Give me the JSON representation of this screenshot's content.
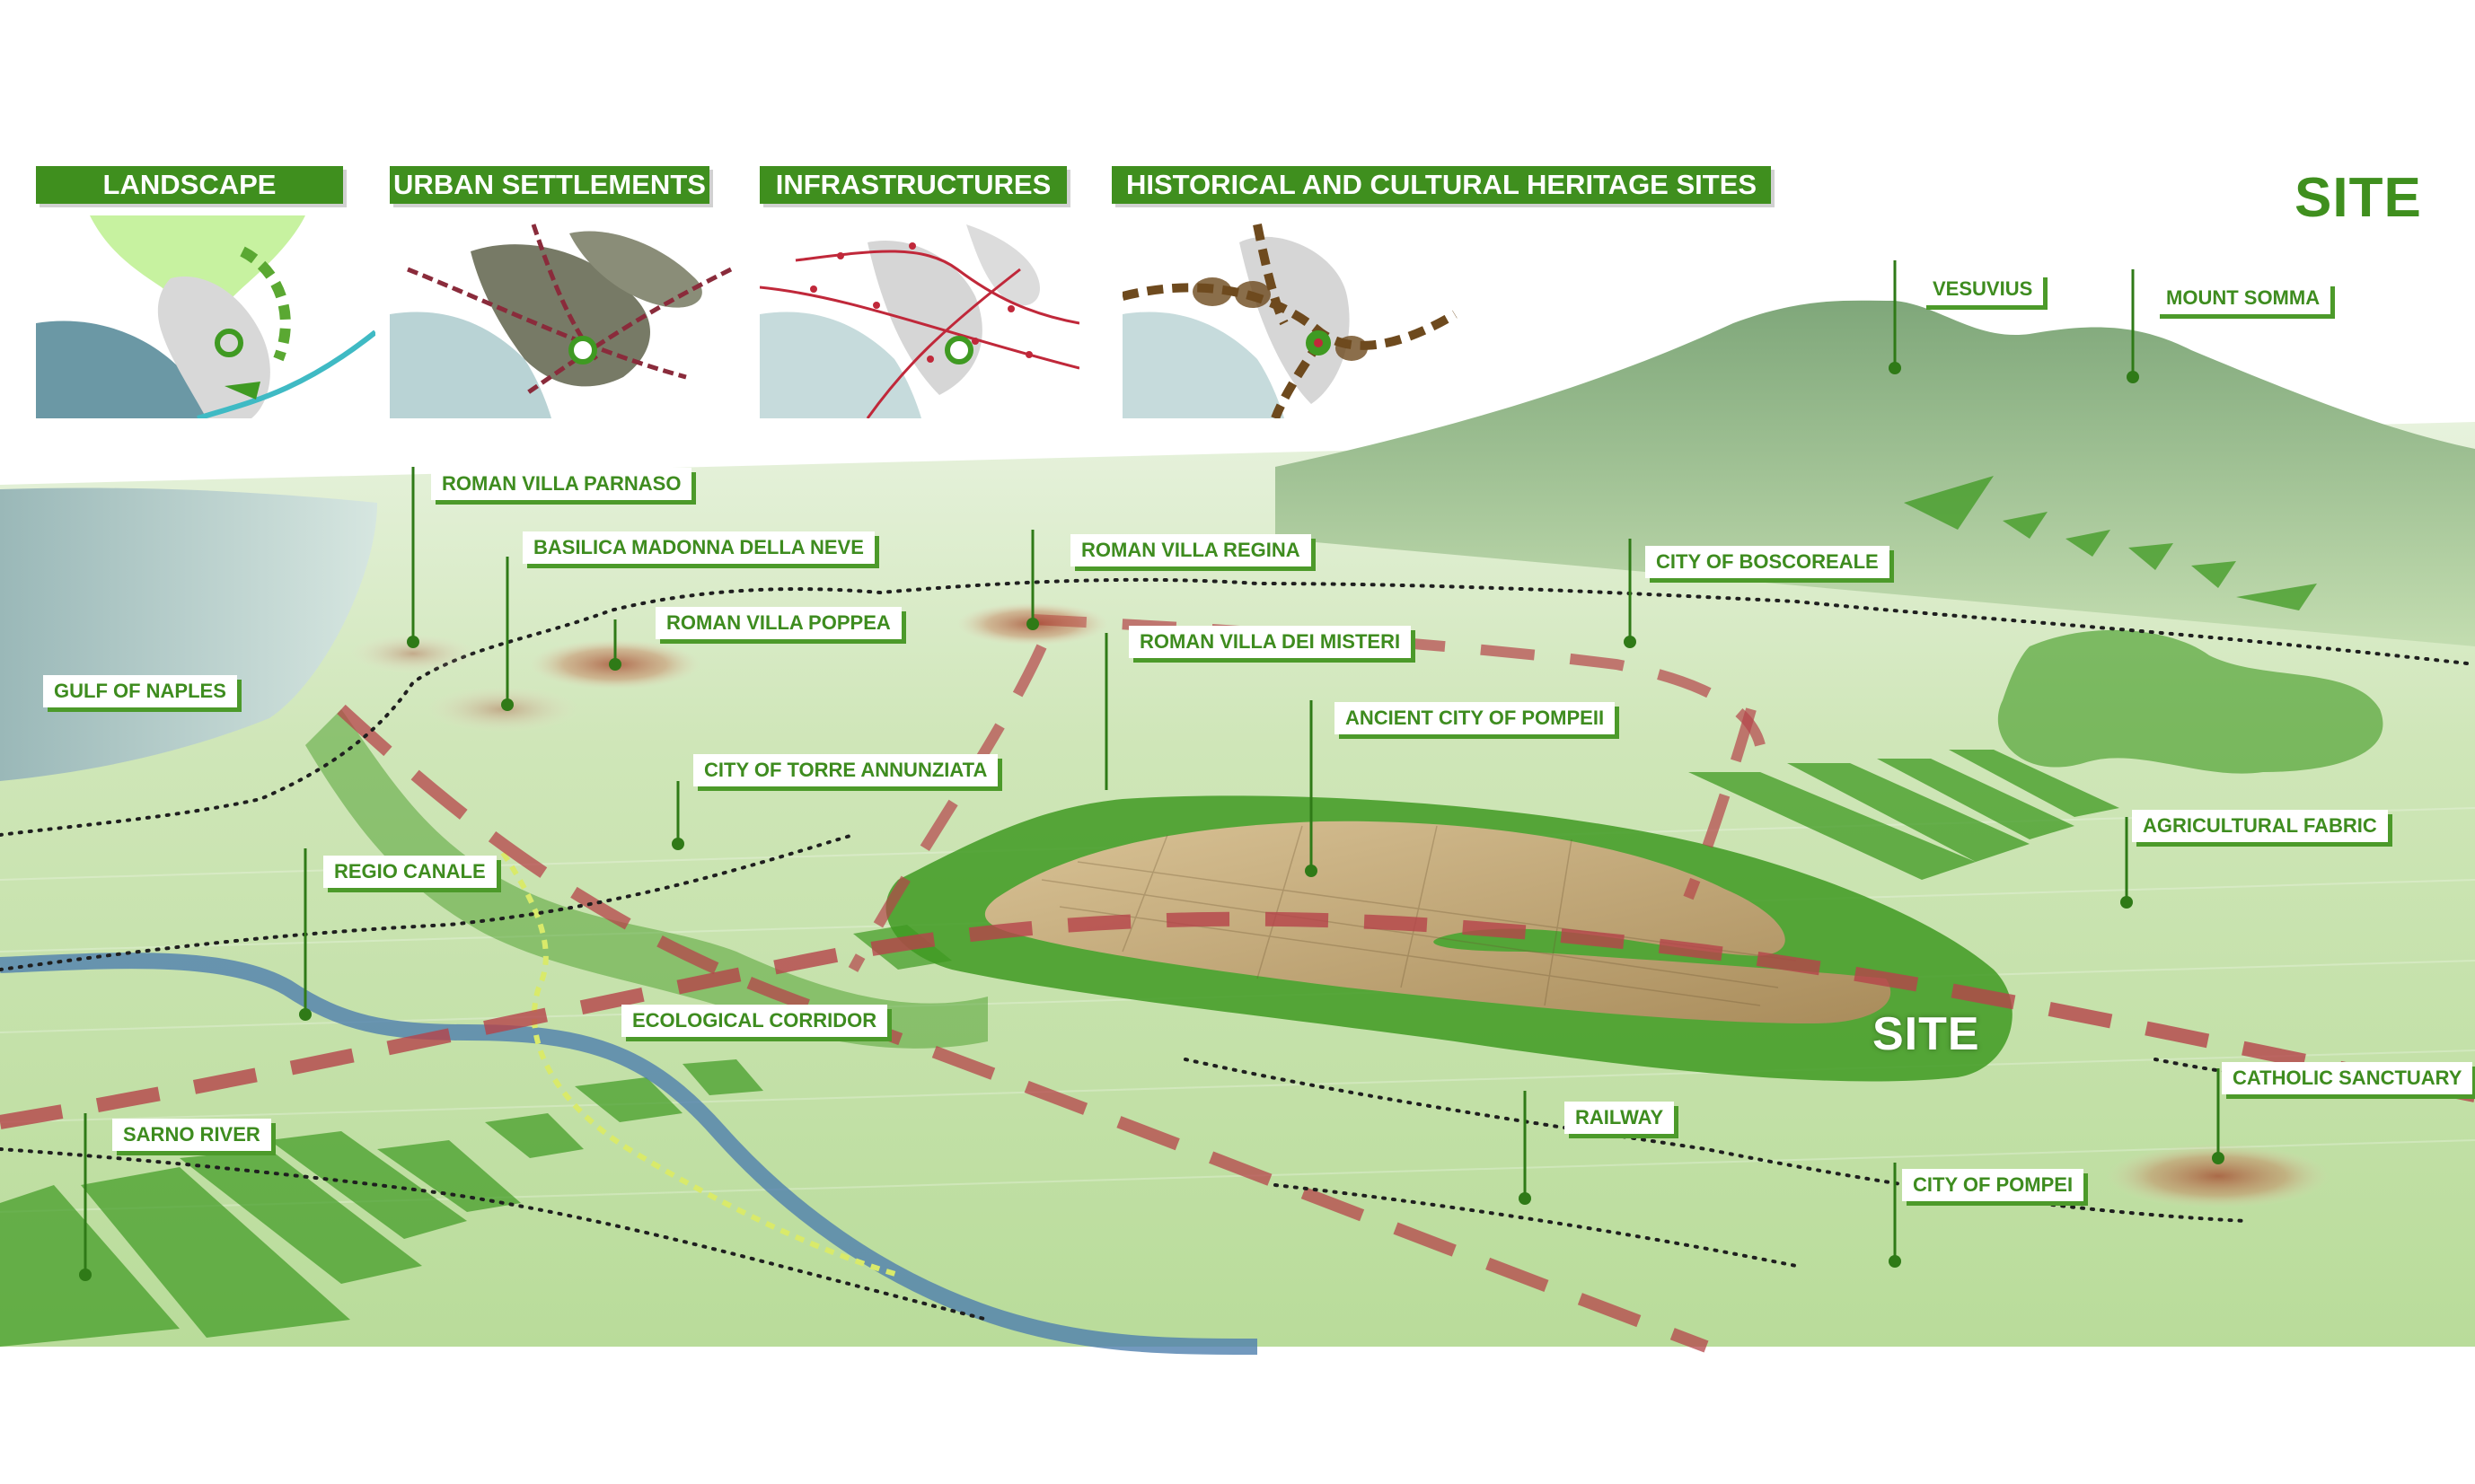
{
  "site_title": "SITE",
  "site_label": "SITE",
  "panels": [
    {
      "id": "landscape",
      "title": "LANDSCAPE"
    },
    {
      "id": "urban",
      "title": "URBAN SETTLEMENTS"
    },
    {
      "id": "infra",
      "title": "INFRASTRUCTURES"
    },
    {
      "id": "heritage",
      "title": "HISTORICAL AND CULTURAL HERITAGE SITES"
    }
  ],
  "labels": {
    "vesuvius": "VESUVIUS",
    "mount_somma": "MOUNT SOMMA",
    "roman_villa_parnaso": "ROMAN VILLA PARNASO",
    "basilica": "BASILICA  MADONNA DELLA NEVE",
    "roman_villa_regina": "ROMAN VILLA REGINA",
    "roman_villa_poppea": "ROMAN VILLA POPPEA",
    "roman_villa_misteri": "ROMAN VILLA DEI MISTERI",
    "city_boscoreale": "CITY OF BOSCOREALE",
    "gulf_naples": "GULF OF NAPLES",
    "ancient_pompeii": "ANCIENT CITY OF POMPEII",
    "torre_annunziata": "CITY OF TORRE ANNUNZIATA",
    "agricultural_fabric": "AGRICULTURAL FABRIC",
    "regio_canale": "REGIO CANALE",
    "ecological_corridor": "ECOLOGICAL CORRIDOR",
    "catholic_sanctuary": "CATHOLIC SANCTUARY",
    "sarno_river": "SARNO RIVER",
    "railway": "RAILWAY",
    "city_pompei": "CITY OF POMPEI"
  },
  "colors": {
    "brand_green": "#3f8f1e",
    "light_green": "#cfe8b5",
    "dark_green": "#2f7a17",
    "railway_red": "#b5444a",
    "water_blue": "#5b8db3",
    "heritage_brown": "#7a5a2e",
    "excavation_tan": "#c9b07a"
  }
}
